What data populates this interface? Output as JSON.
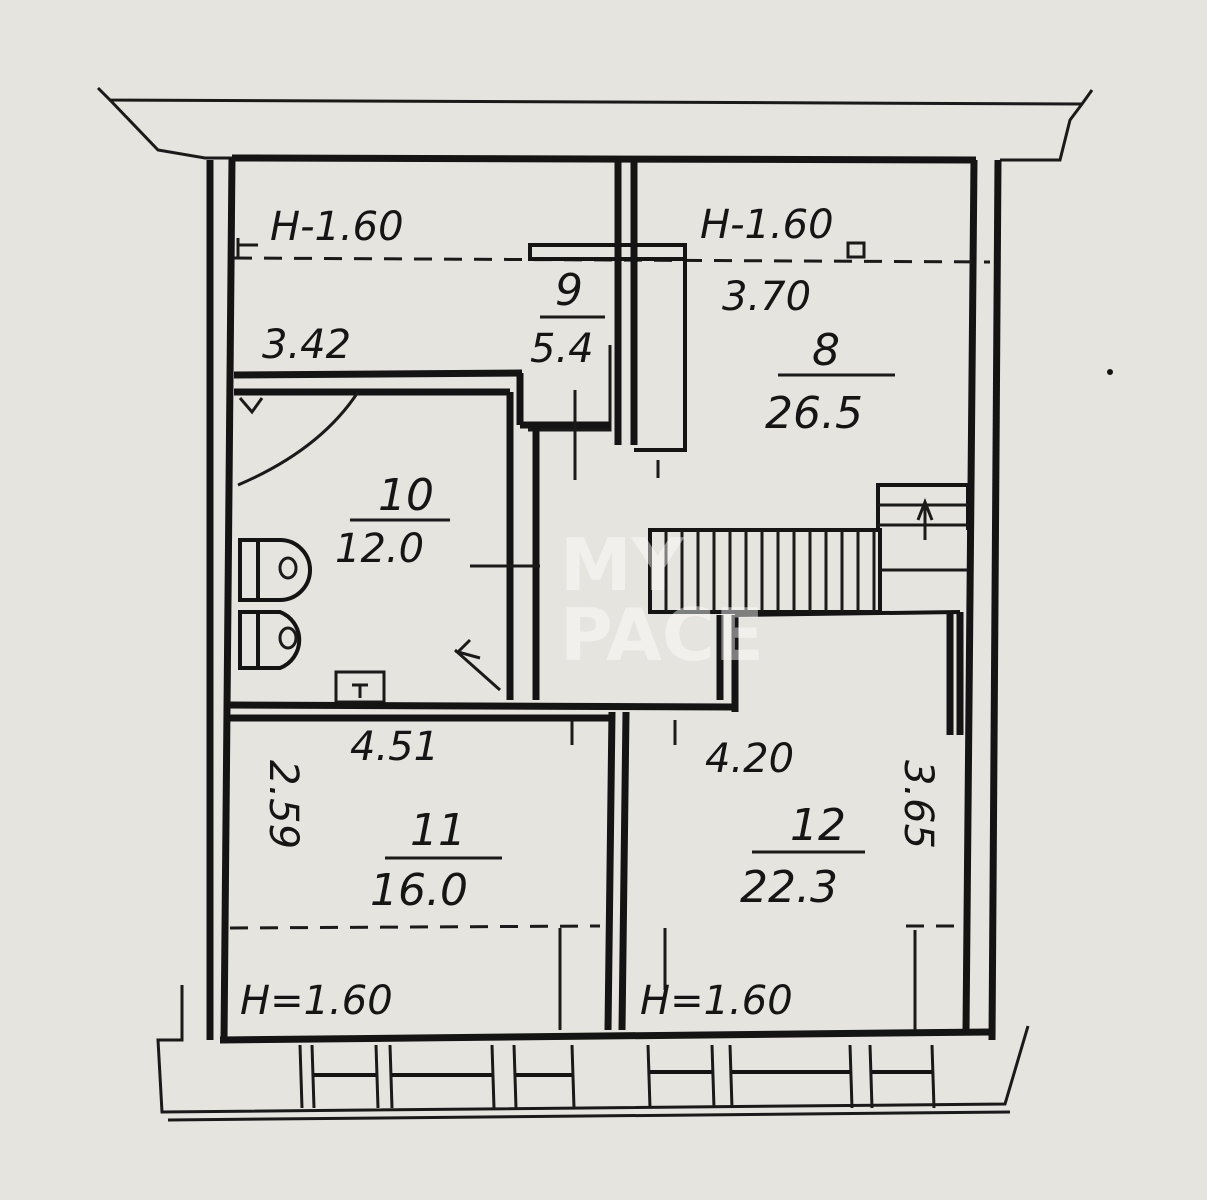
{
  "watermark": {
    "line1": "MY",
    "line2": "PACE"
  },
  "rooms": [
    {
      "id": "9",
      "number": "9",
      "area": "5.4"
    },
    {
      "id": "8",
      "number": "8",
      "area": "26.5"
    },
    {
      "id": "10",
      "number": "10",
      "area": "12.0"
    },
    {
      "id": "11",
      "number": "11",
      "area": "16.0"
    },
    {
      "id": "12",
      "number": "12",
      "area": "22.3"
    }
  ],
  "dimensions": {
    "height_top_left": "H-1.60",
    "height_top_right": "H-1.60",
    "height_bottom_left": "H=1.60",
    "height_bottom_right": "H=1.60",
    "width_3_42": "3.42",
    "width_3_70": "3.70",
    "width_4_51": "4.51",
    "width_4_20": "4.20",
    "depth_2_59": "2.59",
    "depth_3_65": "3.65"
  }
}
